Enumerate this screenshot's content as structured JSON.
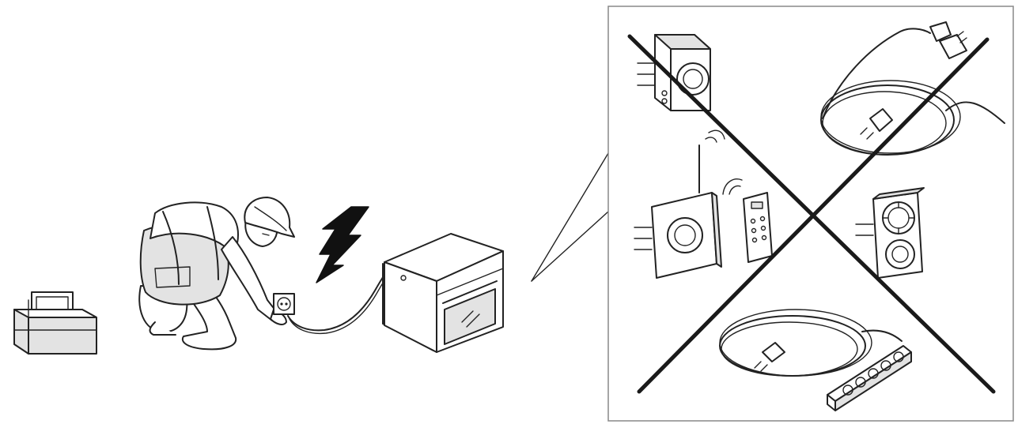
{
  "colors": {
    "background": "#ffffff",
    "line": "#222222",
    "shade": "#e3e3e3",
    "cross": "#1a1a1a"
  },
  "icons": {
    "left_scene": [
      "toolbox-icon",
      "electrician-figure",
      "wall-socket-icon",
      "lightning-bolt-icon",
      "built-in-oven-icon",
      "power-cable"
    ],
    "forbidden_panel": [
      "plug-adapter-icon",
      "extension-cord-icon",
      "remote-socket-icon",
      "remote-control-icon",
      "timer-socket-icon",
      "power-strip-icon",
      "prohibition-cross"
    ]
  }
}
